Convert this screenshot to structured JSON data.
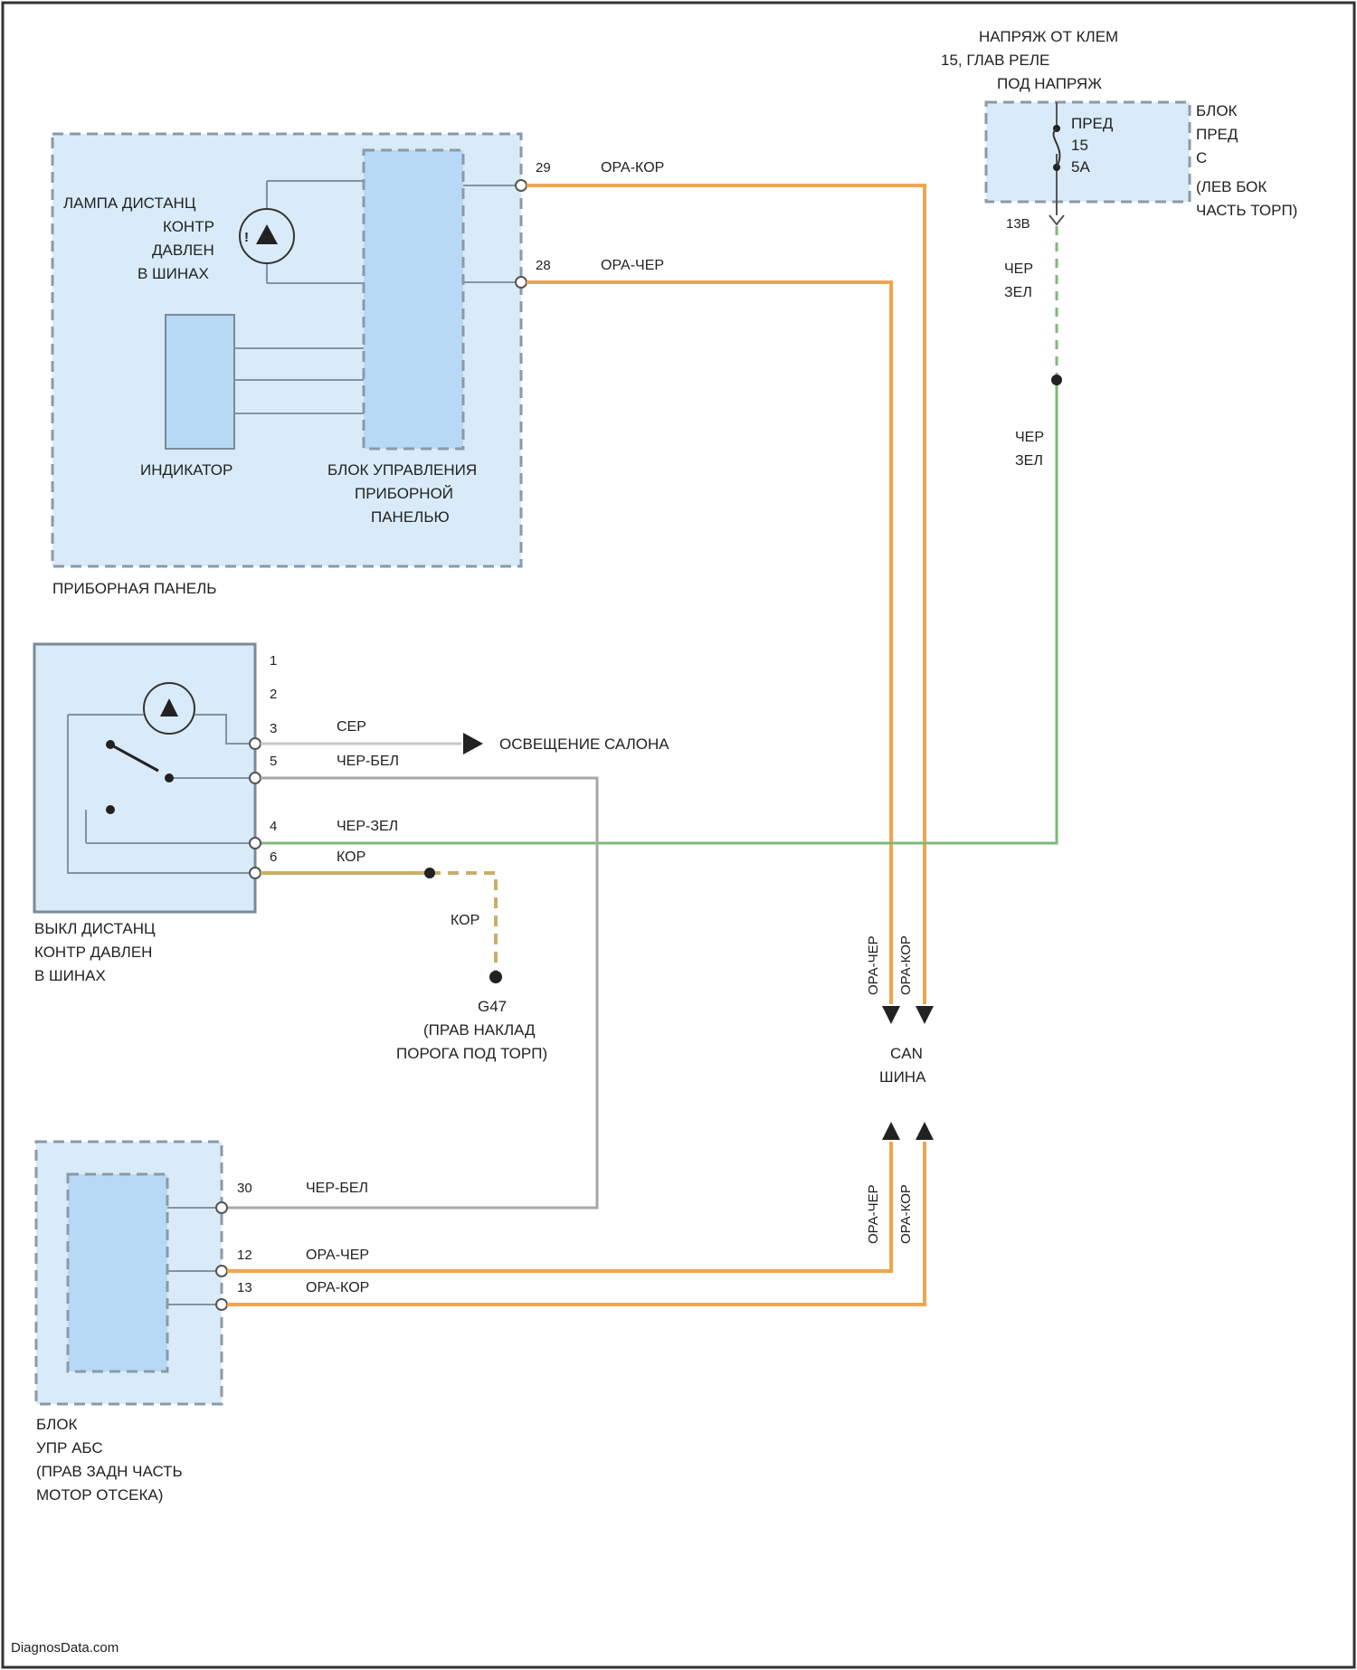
{
  "colors": {
    "frame": "#333333",
    "panel_fill": "#d9ebf8",
    "module_fill": "#b7d9f5",
    "dash_border": "#8a9aa8",
    "wire_orange": "#f0a550",
    "wire_green": "#7fb879",
    "wire_grey": "#a8a8a8",
    "wire_ground": "#c8b06a"
  },
  "power": {
    "label_1": "НАПРЯЖ ОТ КЛЕМ",
    "label_2": "15, ГЛАВ РЕЛЕ",
    "label_3": "ПОД НАПРЯЖ"
  },
  "fuse_box": {
    "fuse_l1": "ПРЕД",
    "fuse_l2": "15",
    "fuse_l3": "5А",
    "name_1": "БЛОК",
    "name_2": "ПРЕД",
    "name_3": "С",
    "name_4": "(ЛЕВ БОК",
    "name_5": "ЧАСТЬ ТОРП)",
    "pin": "13В"
  },
  "instrument_panel": {
    "caption": "ПРИБОРНАЯ ПАНЕЛЬ",
    "lamp_l1": "ЛАМПА ДИСТАНЦ",
    "lamp_l2": "КОНТР",
    "lamp_l3": "ДАВЛЕН",
    "lamp_l4": "В ШИНАХ",
    "indicator": "ИНДИКАТОР",
    "ctrl_l1": "БЛОК УПРАВЛЕНИЯ",
    "ctrl_l2": "ПРИБОРНОЙ",
    "ctrl_l3": "ПАНЕЛЬЮ",
    "pin_top": "29",
    "pin_bottom": "28"
  },
  "switch": {
    "name_1": "ВЫКЛ ДИСТАНЦ",
    "name_2": "КОНТР ДАВЛЕН",
    "name_3": "В ШИНАХ",
    "pins": [
      "1",
      "2",
      "3",
      "5",
      "4",
      "6"
    ]
  },
  "abs_unit": {
    "name_1": "БЛОК",
    "name_2": "УПР АБС",
    "name_3": "(ПРАВ ЗАДН ЧАСТЬ",
    "name_4": "МОТОР ОТСЕКА)",
    "pins": [
      "30",
      "12",
      "13"
    ]
  },
  "wires": {
    "ora_kor": "ОРА-КОР",
    "ora_cher": "ОРА-ЧЕР",
    "cher_zel": "ЧЕР ЗЕЛ",
    "cher_zel_sw": "ЧЕР-ЗЕЛ",
    "cher_bel": "ЧЕР-БЕЛ",
    "ser": "СЕР",
    "kor": "КОР"
  },
  "lighting": "ОСВЕЩЕНИЕ САЛОНА",
  "ground": {
    "id": "G47",
    "l1": "(ПРАВ НАКЛАД",
    "l2": "ПОРОГА ПОД ТОРП)"
  },
  "can": {
    "l1": "CAN",
    "l2": "ШИНА"
  },
  "footer": "DiagnosData.com"
}
